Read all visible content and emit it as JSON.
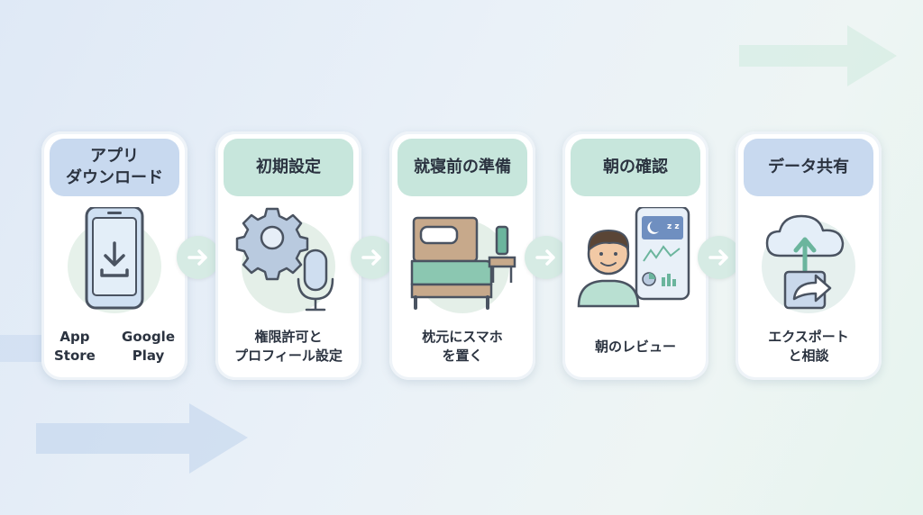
{
  "steps": [
    {
      "title_line1": "アプリ",
      "title_line2": "ダウンロード",
      "icon": "phone-download-icon",
      "store_left_line1": "App",
      "store_left_line2": "Store",
      "store_right_line1": "Google",
      "store_right_line2": "Play"
    },
    {
      "title": "初期設定",
      "icon": "gear-microphone-icon",
      "label_line1": "権限許可と",
      "label_line2": "プロフィール設定"
    },
    {
      "title": "就寝前の準備",
      "icon": "bed-phone-icon",
      "label_line1": "枕元にスマホ",
      "label_line2": "を置く"
    },
    {
      "title": "朝の確認",
      "icon": "person-sleep-report-icon",
      "label": "朝のレビュー"
    },
    {
      "title": "データ共有",
      "icon": "cloud-share-icon",
      "label_line1": "エクスポート",
      "label_line2": "と相談"
    }
  ],
  "colors": {
    "header_blue": "#c8d9ef",
    "header_green": "#c7e6dc",
    "accent_green": "#7fc4a8",
    "icon_outline": "#4a5361"
  }
}
